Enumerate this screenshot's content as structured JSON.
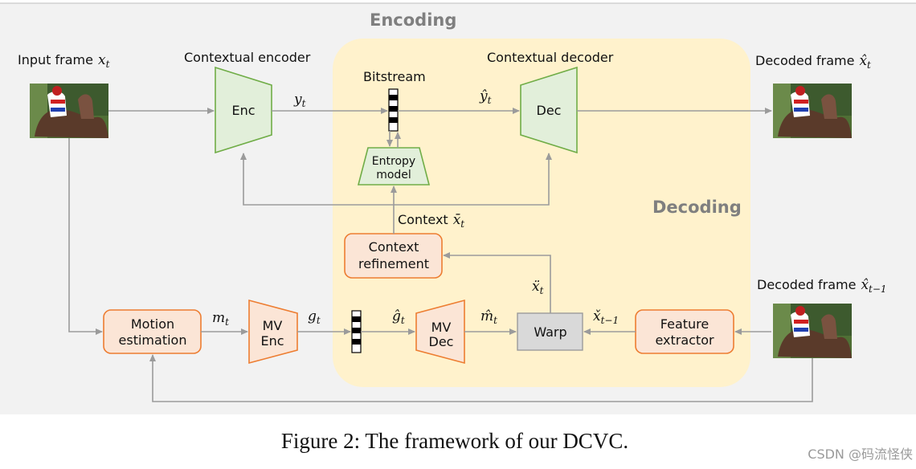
{
  "regions": {
    "encoding": "Encoding",
    "decoding": "Decoding"
  },
  "labels": {
    "input_frame": "Input frame",
    "input_frame_math": "x",
    "input_frame_sub": "t",
    "contextual_encoder": "Contextual encoder",
    "contextual_decoder": "Contextual decoder",
    "decoded_frame": "Decoded frame",
    "decoded_frame_math": "x̂",
    "decoded_frame_sub": "t",
    "decoded_prev_frame": "Decoded frame",
    "decoded_prev_math": "x̂",
    "decoded_prev_sub": "t−1",
    "bitstream": "Bitstream",
    "context": "Context",
    "context_math": "x̄",
    "context_sub": "t"
  },
  "blocks": {
    "enc": "Enc",
    "dec": "Dec",
    "entropy_model_line1": "Entropy",
    "entropy_model_line2": "model",
    "context_refinement_line1": "Context",
    "context_refinement_line2": "refinement",
    "motion_estimation_line1": "Motion",
    "motion_estimation_line2": "estimation",
    "mv_enc_line1": "MV",
    "mv_enc_line2": "Enc",
    "mv_dec_line1": "MV",
    "mv_dec_line2": "Dec",
    "warp": "Warp",
    "feature_extractor_line1": "Feature",
    "feature_extractor_line2": "extractor"
  },
  "symbols": {
    "y_t": "y",
    "y_t_sub": "t",
    "yhat_t": "ŷ",
    "yhat_t_sub": "t",
    "m_t": "m",
    "m_t_sub": "t",
    "g_t": "g",
    "g_t_sub": "t",
    "ghat_t": "ĝ",
    "ghat_t_sub": "t",
    "mhat_t": "m̂",
    "mhat_t_sub": "t",
    "xddot_t": "ẍ",
    "xddot_t_sub": "t",
    "xcheck_prev": "x̌",
    "xcheck_prev_sub": "t−1"
  },
  "caption": "Figure 2: The framework of our DCVC.",
  "watermark": "CSDN @码流怪侠",
  "colors": {
    "encoding_bg": "#f2f2f2",
    "decoding_bg": "#fff2cc",
    "encoder_fill": "#e2efda",
    "encoder_stroke": "#70ad47",
    "orange_fill": "#fbe5d6",
    "orange_stroke": "#ed7d31",
    "warp_fill": "#d9d9d9",
    "arrow": "#9b9b9b"
  },
  "icons": [
    "horse-racing-frame-image",
    "bitstream-icon"
  ]
}
